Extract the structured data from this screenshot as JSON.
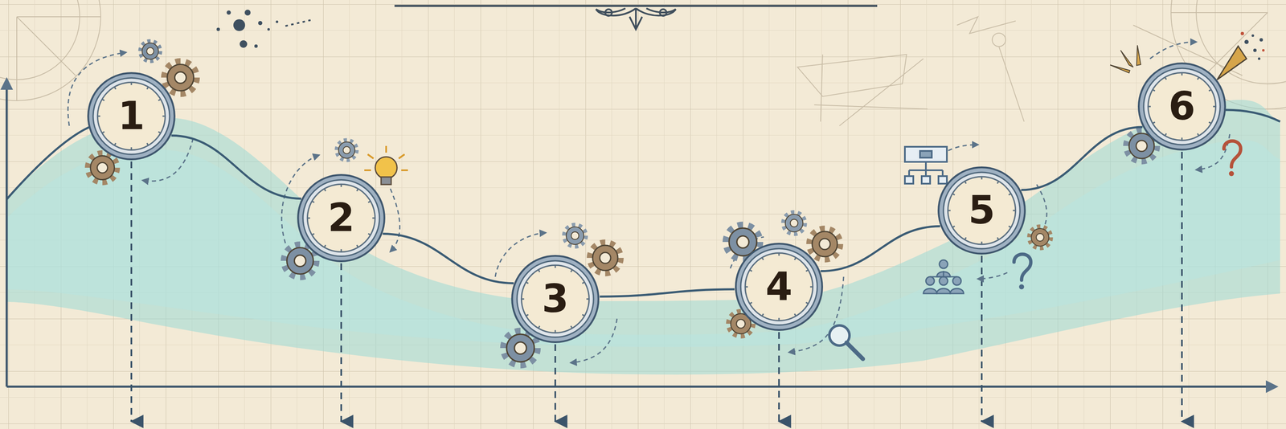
{
  "diagram": {
    "nodes": [
      {
        "text": [
          "1"
        ]
      },
      {
        "text": [
          "2"
        ]
      },
      {
        "text": [
          "3"
        ]
      },
      {
        "text": [
          "4"
        ]
      },
      {
        "text": [
          "5"
        ]
      },
      {
        "text": [
          "6"
        ]
      }
    ],
    "edges": [
      {
        "from": 0,
        "to": 1,
        "arrow": "none"
      },
      {
        "from": 1,
        "to": 2,
        "arrow": "none"
      },
      {
        "from": 2,
        "to": 3,
        "arrow": "none"
      },
      {
        "from": 3,
        "to": 4,
        "arrow": "none"
      },
      {
        "from": 4,
        "to": 5,
        "arrow": "none"
      }
    ]
  }
}
